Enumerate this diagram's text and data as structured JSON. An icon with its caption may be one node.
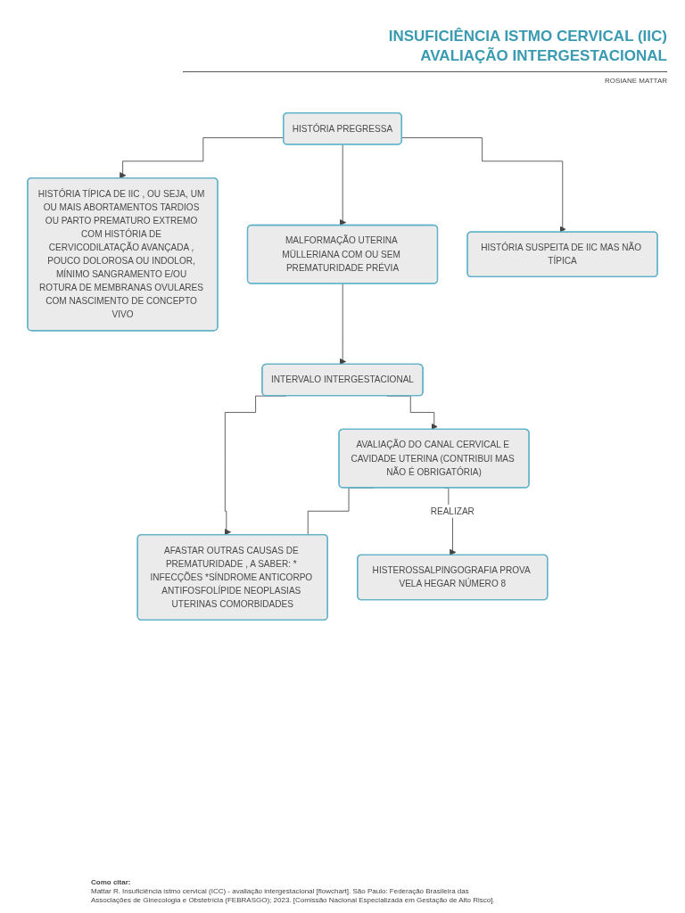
{
  "diagram": {
    "title": "INSUFICIÊNCIA ISTMO CERVICAL (IIC) AVALIAÇÃO INTERGESTACIONAL",
    "nodes": [
      {
        "text": [
          "HISTÓRIA PREGRESSA"
        ]
      },
      {
        "text": [
          "HISTÓRIA TÍPICA DE IIC , OU SEJA, UM OU MAIS ABORTAMENTOS TARDIOS OU PARTO PREMATURO EXTREMO COM HISTÓRIA DE CERVICODILATAÇÃO AVANÇADA , POUCO DOLOROSA OU INDOLOR, MÍNIMO SANGRAMENTO E/OU ROTURA DE MEMBRANAS OVULARES COM NASCIMENTO DE CONCEPTO VIVO"
        ]
      },
      {
        "text": [
          "MALFORMAÇÃO UTERINA MÜLLERIANA COM OU SEM PREMATURIDADE PRÉVIA"
        ]
      },
      {
        "text": [
          "HISTÓRIA SUSPEITA DE IIC MAS NÃO TÍPICA"
        ]
      },
      {
        "text": [
          "INTERVALO INTERGESTACIONAL"
        ]
      },
      {
        "text": [
          "AVALIAÇÃO DO CANAL CERVICAL E CAVIDADE UTERINA (CONTRIBUI MAS NÃO É OBRIGATÓRIA)"
        ]
      },
      {
        "text": [
          "AFASTAR OUTRAS CAUSAS DE PREMATURIDADE , A SABER: * INFECÇÕES *SÍNDROME ANTICORPO ANTIFOSFOLÍPIDE NEOPLASIAS UTERINAS COMORBIDADES"
        ]
      },
      {
        "text": [
          "HISTEROSSALPINGOGRAFIA PROVA VELA HEGAR NÚMERO 8"
        ]
      }
    ],
    "edges": [
      {
        "from": 0,
        "to": 1,
        "arrow": "to"
      },
      {
        "from": 0,
        "to": 2,
        "arrow": "to"
      },
      {
        "from": 0,
        "to": 3,
        "arrow": "to"
      },
      {
        "from": 2,
        "to": 4,
        "arrow": "to"
      },
      {
        "from": 4,
        "to": 5,
        "arrow": "to"
      },
      {
        "from": 4,
        "to": 6,
        "arrow": "to"
      },
      {
        "from": 5,
        "to": 6,
        "arrow": "none"
      },
      {
        "from": 5,
        "to": 7,
        "arrow": "to",
        "label": "REALIZAR"
      }
    ],
    "labels": [
      "ROSIANE MATTAR",
      "Como citar:",
      "Mattar R. Insuficiência istmo cervical (ICC) - avaliação intergestacional [flowchart]. São Paulo: Federação Brasileira das Associações de Ginecologia e Obstetrícia (FEBRASGO); 2023. [Comissão Nacional Especializada em Gestação de Alto Risco]."
    ]
  }
}
